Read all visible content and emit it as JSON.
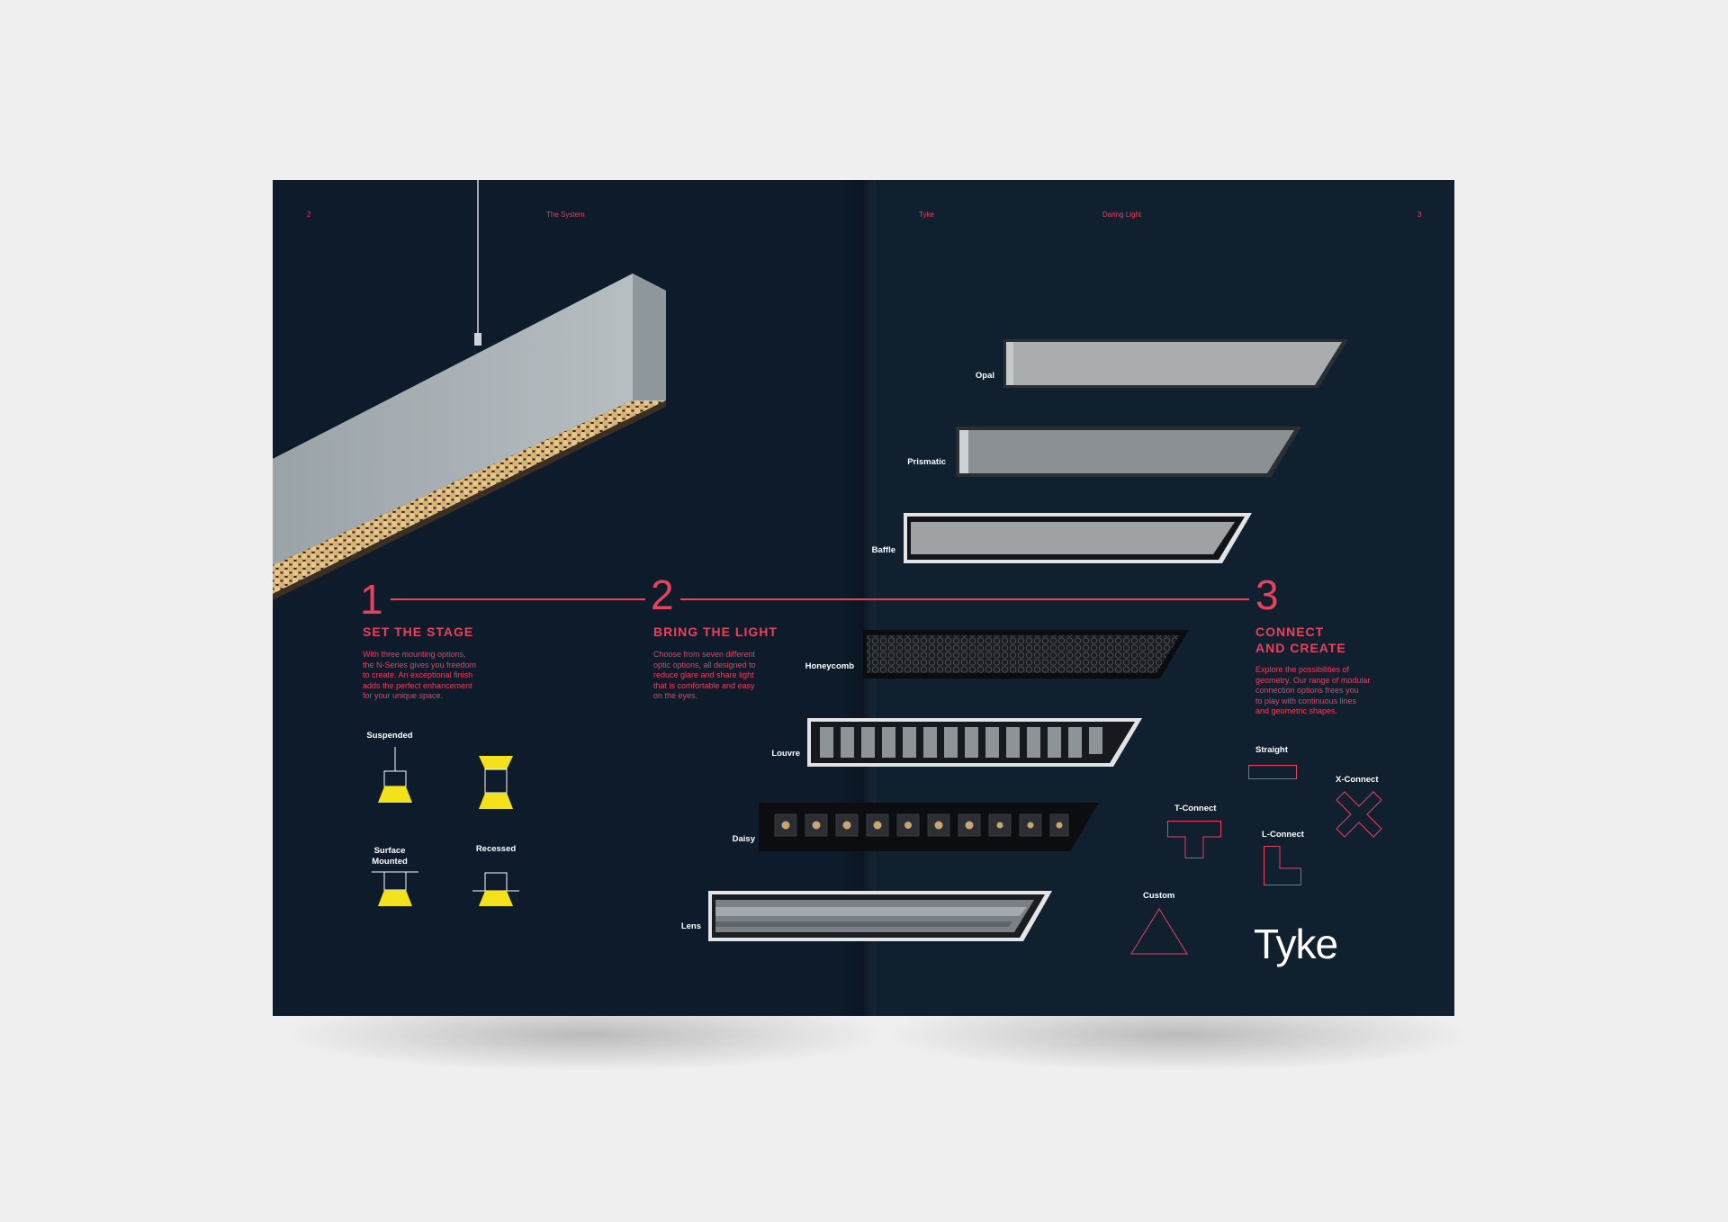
{
  "header": {
    "left_page_num": "2",
    "left_section": "The System",
    "right_brand": "Tyke",
    "right_section": "Daring Light",
    "right_page_num": "3"
  },
  "steps": [
    {
      "number": "1",
      "title": "SET THE STAGE",
      "text": [
        "With three mounting options,",
        "the N-Series gives you freedom",
        "to create. An exceptional finish",
        "adds the perfect enhancement",
        "for your unique space."
      ]
    },
    {
      "number": "2",
      "title": "BRING THE LIGHT",
      "text": [
        "Choose from seven different",
        "optic options, all designed to",
        "reduce glare and share light",
        "that is comfortable and easy",
        "on the eyes."
      ]
    },
    {
      "number": "3",
      "title_lines": [
        "CONNECT",
        "AND CREATE"
      ],
      "text": [
        "Explore the possibilities of",
        "geometry. Our range of modular",
        "connection options frees you",
        "to play with continuous lines",
        "and geometric shapes."
      ]
    }
  ],
  "mounting": {
    "suspended": "Suspended",
    "surface_mounted_lines": [
      "Surface",
      "Mounted"
    ],
    "recessed": "Recessed"
  },
  "optics": [
    "Opal",
    "Prismatic",
    "Baffle",
    "Honeycomb",
    "Louvre",
    "Daisy",
    "Lens"
  ],
  "connections": {
    "straight": "Straight",
    "x_connect": "X-Connect",
    "t_connect": "T-Connect",
    "l_connect": "L-Connect",
    "custom": "Custom"
  },
  "brand_logo": "Tyke",
  "colors": {
    "background": "#0d1b2a",
    "accent": "#e8415f",
    "highlight_yellow": "#f3e21b",
    "label": "#ffffff"
  }
}
